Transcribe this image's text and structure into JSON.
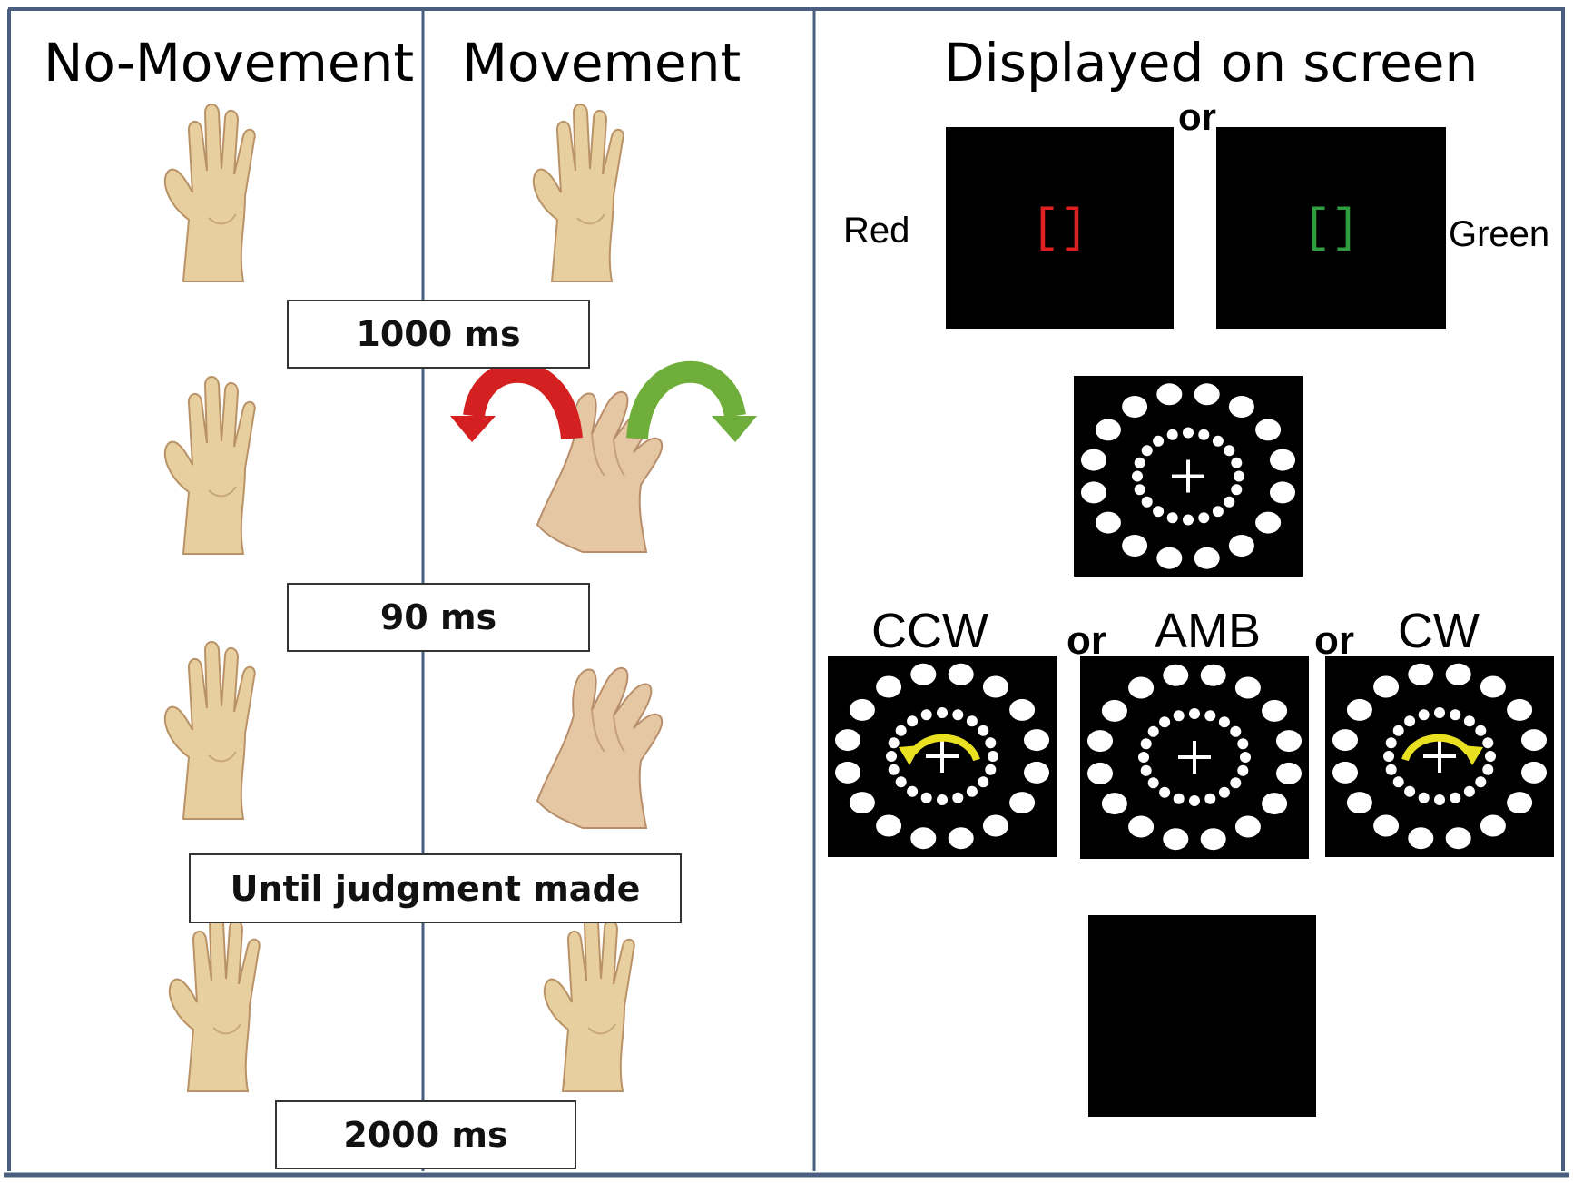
{
  "headers": {
    "no_movement": "No-Movement",
    "movement": "Movement",
    "displayed": "Displayed on screen"
  },
  "timings": [
    "1000 ms",
    "90 ms",
    "Until judgment made",
    "2000 ms"
  ],
  "cue": {
    "or": "or",
    "red_label": "Red",
    "green_label": "Green",
    "red_symbol": "[]",
    "green_symbol": "[]",
    "red_color": "#e02020",
    "green_color": "#2f9e3f"
  },
  "stimulus": {
    "ccw_label": "CCW",
    "amb_label": "AMB",
    "cw_label": "CW",
    "or_1": "or",
    "or_2": "or",
    "arrow_color": "#e8e020"
  },
  "colors": {
    "frame": "#4a5f80",
    "screen": "#000000",
    "dot": "#ffffff",
    "arrow_red": "#d42020",
    "arrow_green": "#6fae3a",
    "skin": "#e8cfa0"
  },
  "icons": {
    "hand_rest": "open-hand-icon",
    "hand_move": "flexing-hand-icon",
    "rotate_ccw": "curved-arrow-left-icon",
    "rotate_cw": "curved-arrow-right-icon",
    "fixation": "fixation-cross-icon"
  }
}
